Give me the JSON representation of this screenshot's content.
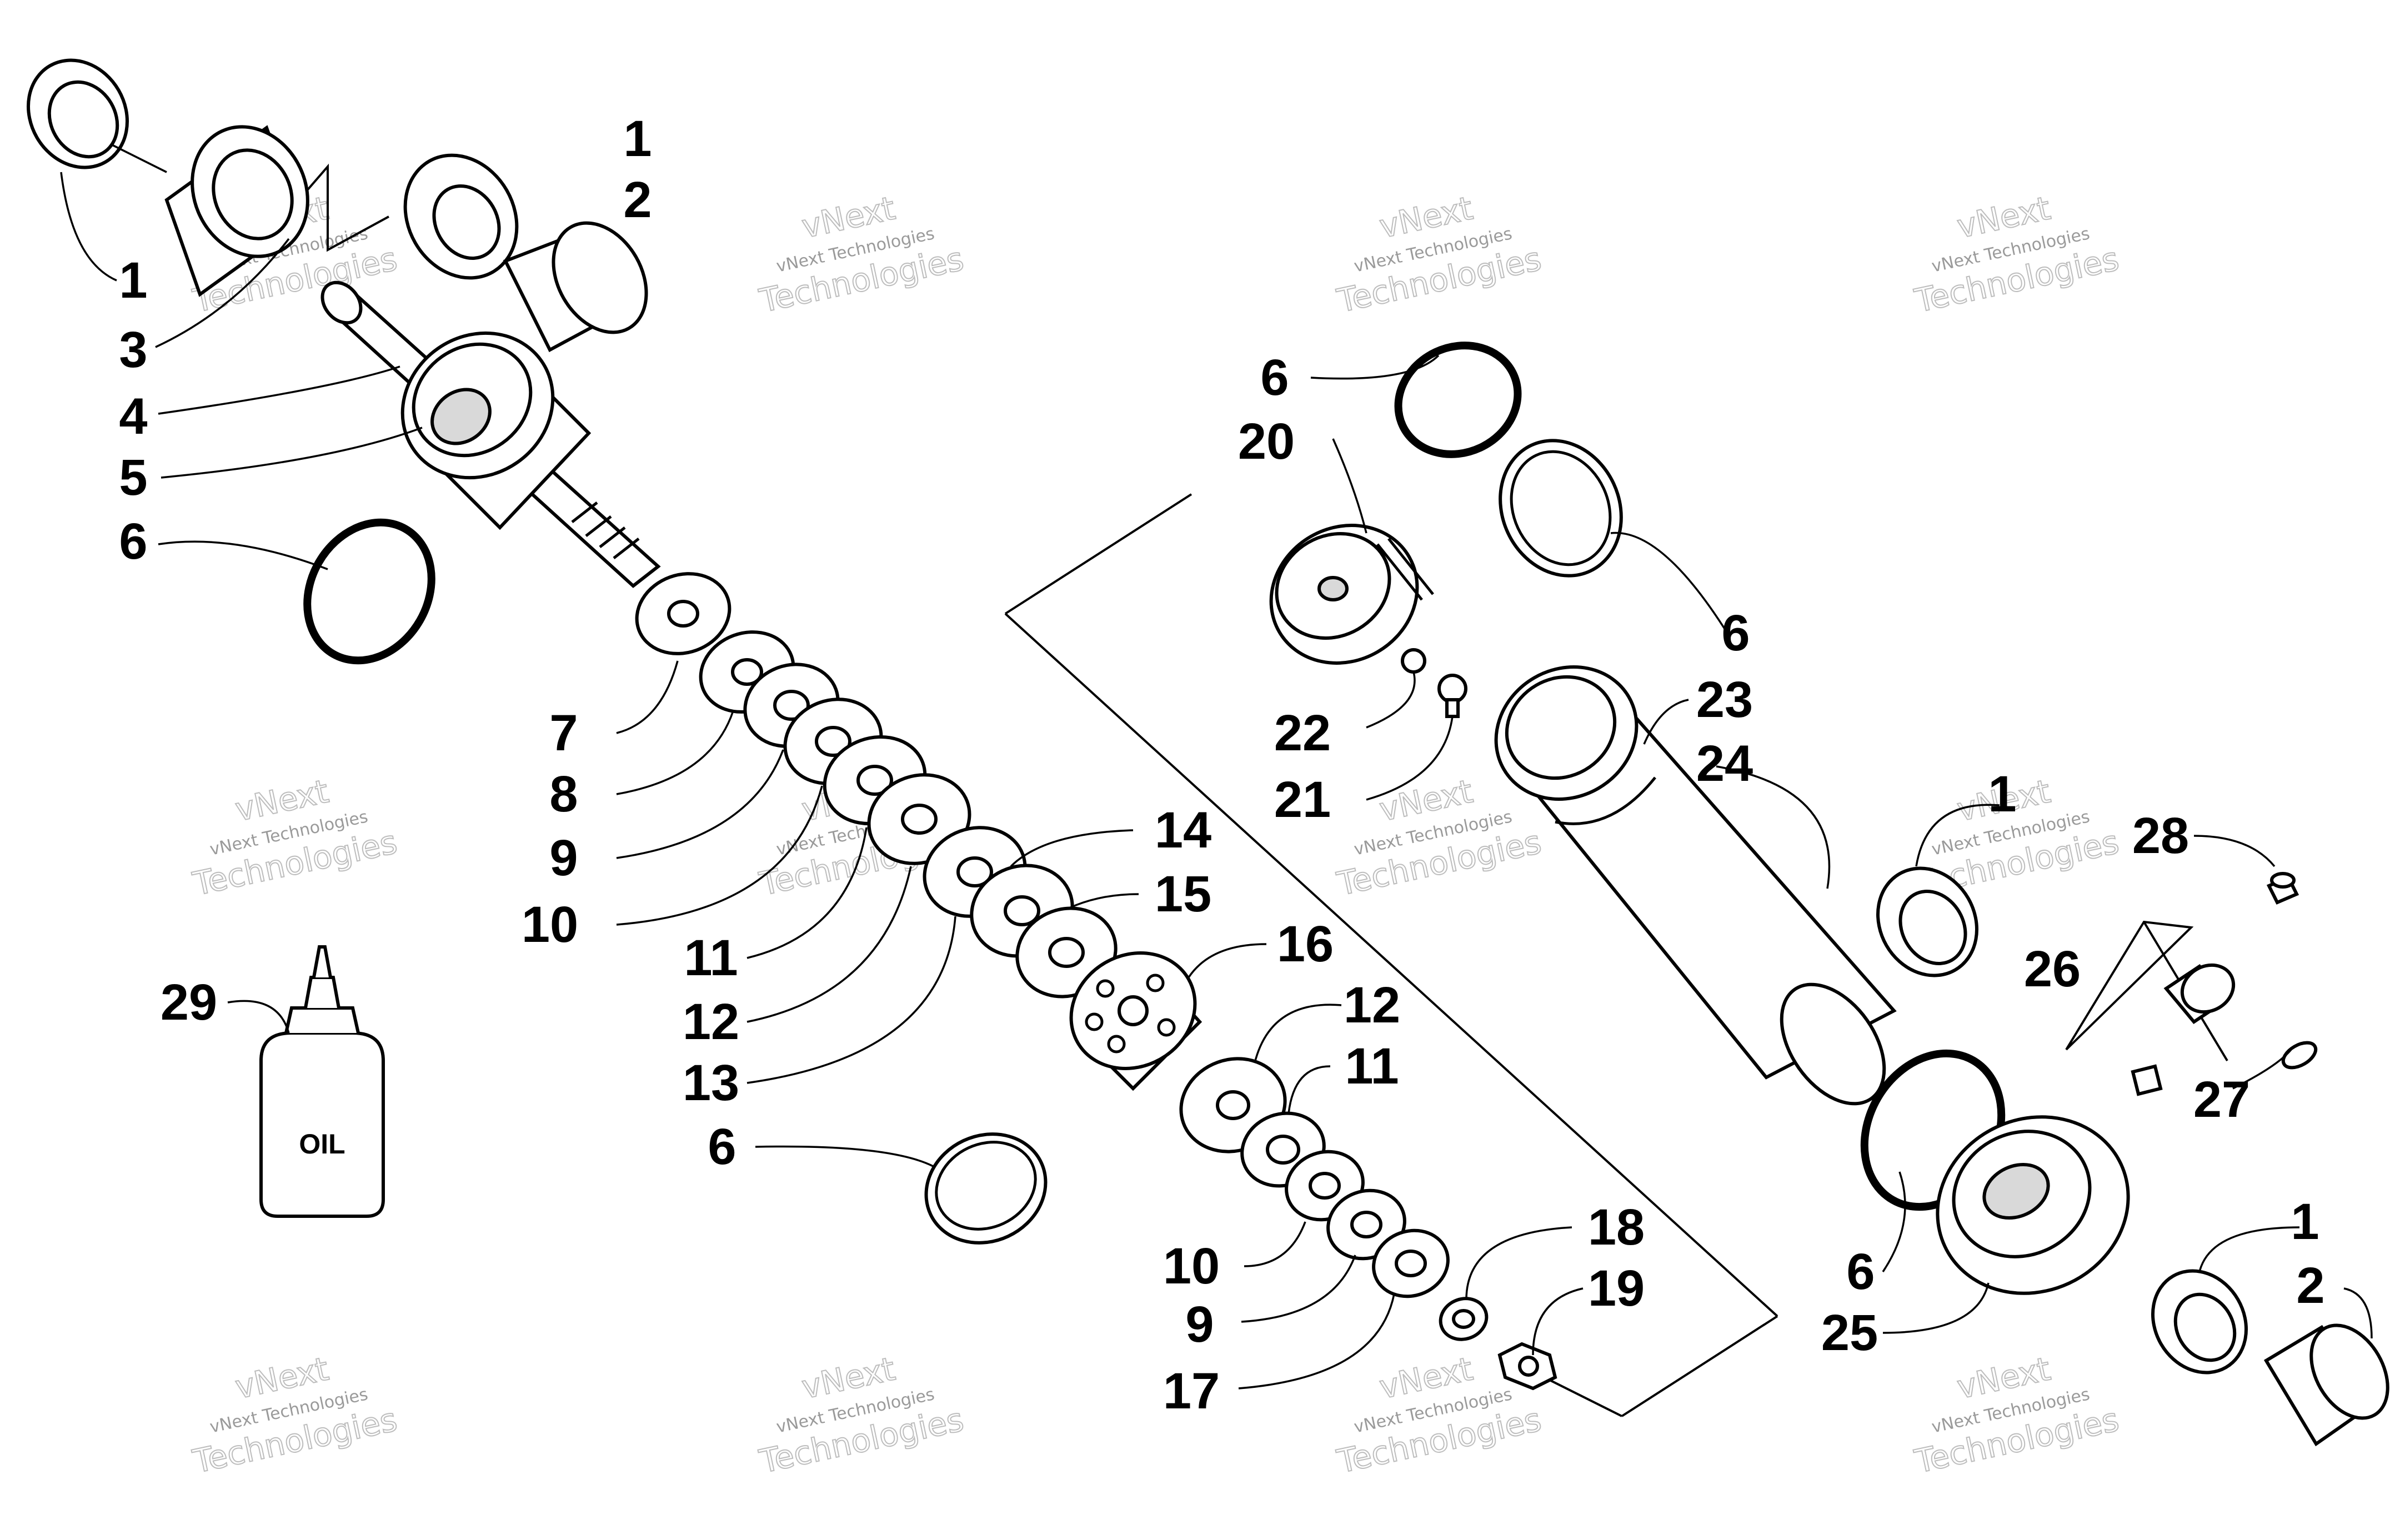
{
  "watermark": {
    "line1": "vNext Technologies",
    "line2": "Technologies",
    "line3": "vNext"
  },
  "oil_label": "OIL",
  "callouts": {
    "c1a": "1",
    "c1b": "1",
    "c1c": "1",
    "c1d": "1",
    "c2a": "2",
    "c2b": "2",
    "c3": "3",
    "c4": "4",
    "c5": "5",
    "c6a": "6",
    "c6b": "6",
    "c6c": "6",
    "c6d": "6",
    "c6e": "6",
    "c7": "7",
    "c8": "8",
    "c9a": "9",
    "c9b": "9",
    "c10a": "10",
    "c10b": "10",
    "c11a": "11",
    "c11b": "11",
    "c12a": "12",
    "c12b": "12",
    "c13": "13",
    "c14": "14",
    "c15": "15",
    "c16": "16",
    "c17": "17",
    "c18": "18",
    "c19": "19",
    "c20": "20",
    "c21": "21",
    "c22": "22",
    "c23": "23",
    "c24": "24",
    "c25": "25",
    "c26": "26",
    "c27": "27",
    "c28": "28",
    "c29": "29"
  }
}
